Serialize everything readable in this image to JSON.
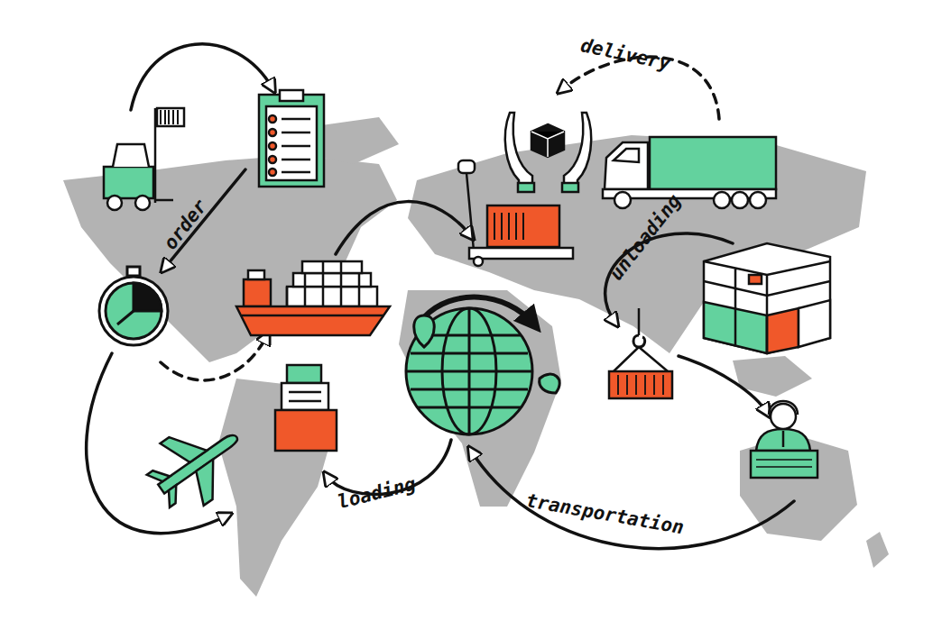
{
  "diagram": {
    "labels": [
      "order",
      "delivery",
      "unloading",
      "loading",
      "transportation"
    ]
  }
}
